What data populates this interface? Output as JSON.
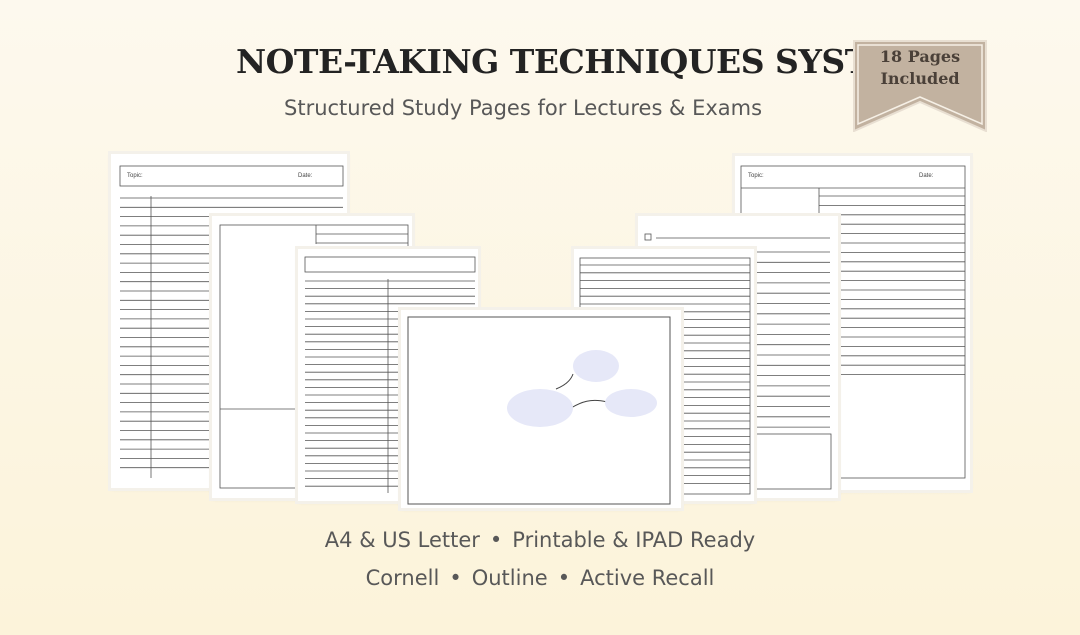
{
  "header": {
    "title": "NOTE-TAKING TECHNIQUES SYSTEM",
    "subtitle": "Structured Study Pages for Lectures & Exams"
  },
  "badge": {
    "line1": "18 Pages",
    "line2": "Included",
    "color": "#c2b2a0"
  },
  "templates": {
    "topic_label": "Topic:",
    "date_label": "Date:"
  },
  "footer": {
    "line1_a": "A4 & US Letter",
    "line1_b": "Printable & IPAD Ready",
    "line2_a": "Cornell",
    "line2_b": "Outline",
    "line2_c": "Active Recall",
    "separator": "•"
  },
  "colors": {
    "background": "#fcf5e0",
    "mindmap_bubble": "#e6e8f8",
    "rule_line": "#555555"
  }
}
